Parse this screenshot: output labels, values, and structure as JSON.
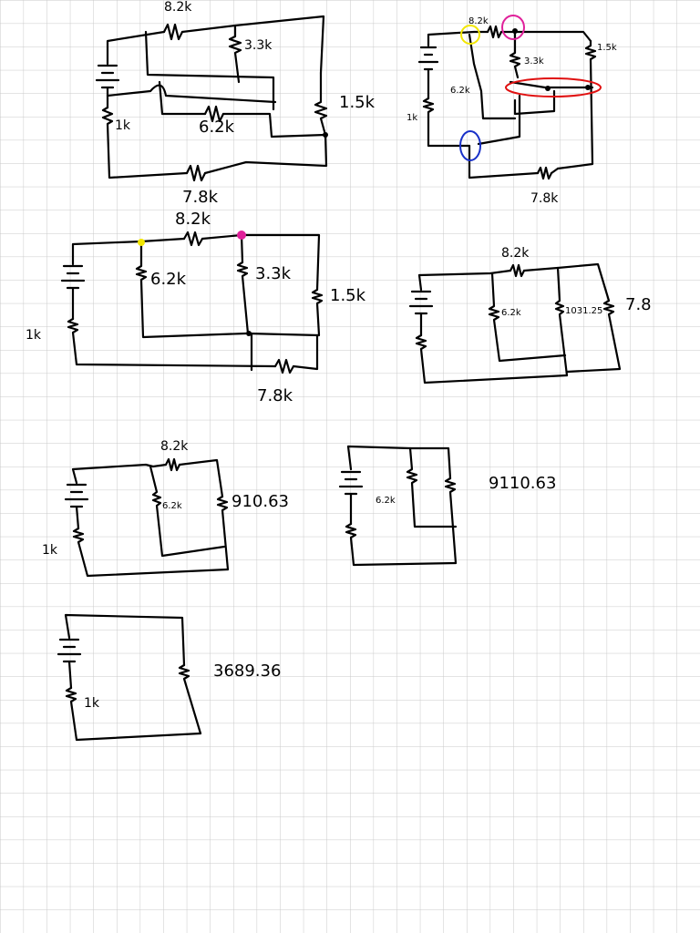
{
  "labels": {
    "d1_r82": "8.2k",
    "d1_r33": "3.3k",
    "d1_r15": "1.5k",
    "d1_r62": "6.2k",
    "d1_r1": "1k",
    "d1_r78": "7.8k",
    "d2_r82": "8.2k",
    "d2_r33": "3.3k",
    "d2_r15": "1.5k",
    "d2_r62": "6.2k",
    "d2_r1": "1k",
    "d2_r78": "7.8k",
    "d3_r82": "8.2k",
    "d3_r62": "6.2k",
    "d3_r33": "3.3k",
    "d3_r15": "1.5k",
    "d3_r1": "1k",
    "d3_r78": "7.8k",
    "d4_r82": "8.2k",
    "d4_r62": "6.2k",
    "d4_req": "1031.25",
    "d4_r78": "7.8",
    "d5_r82": "8.2k",
    "d5_r62": "6.2k",
    "d5_req": "910.63",
    "d5_r1": "1k",
    "d6_r62": "6.2k",
    "d6_req": "9110.63",
    "d7_req": "3689.36",
    "d7_r1": "1k"
  },
  "marker_colors": {
    "yellow": "#f2e600",
    "magenta": "#e0209a",
    "red": "#e01010",
    "blue": "#1830c8"
  }
}
